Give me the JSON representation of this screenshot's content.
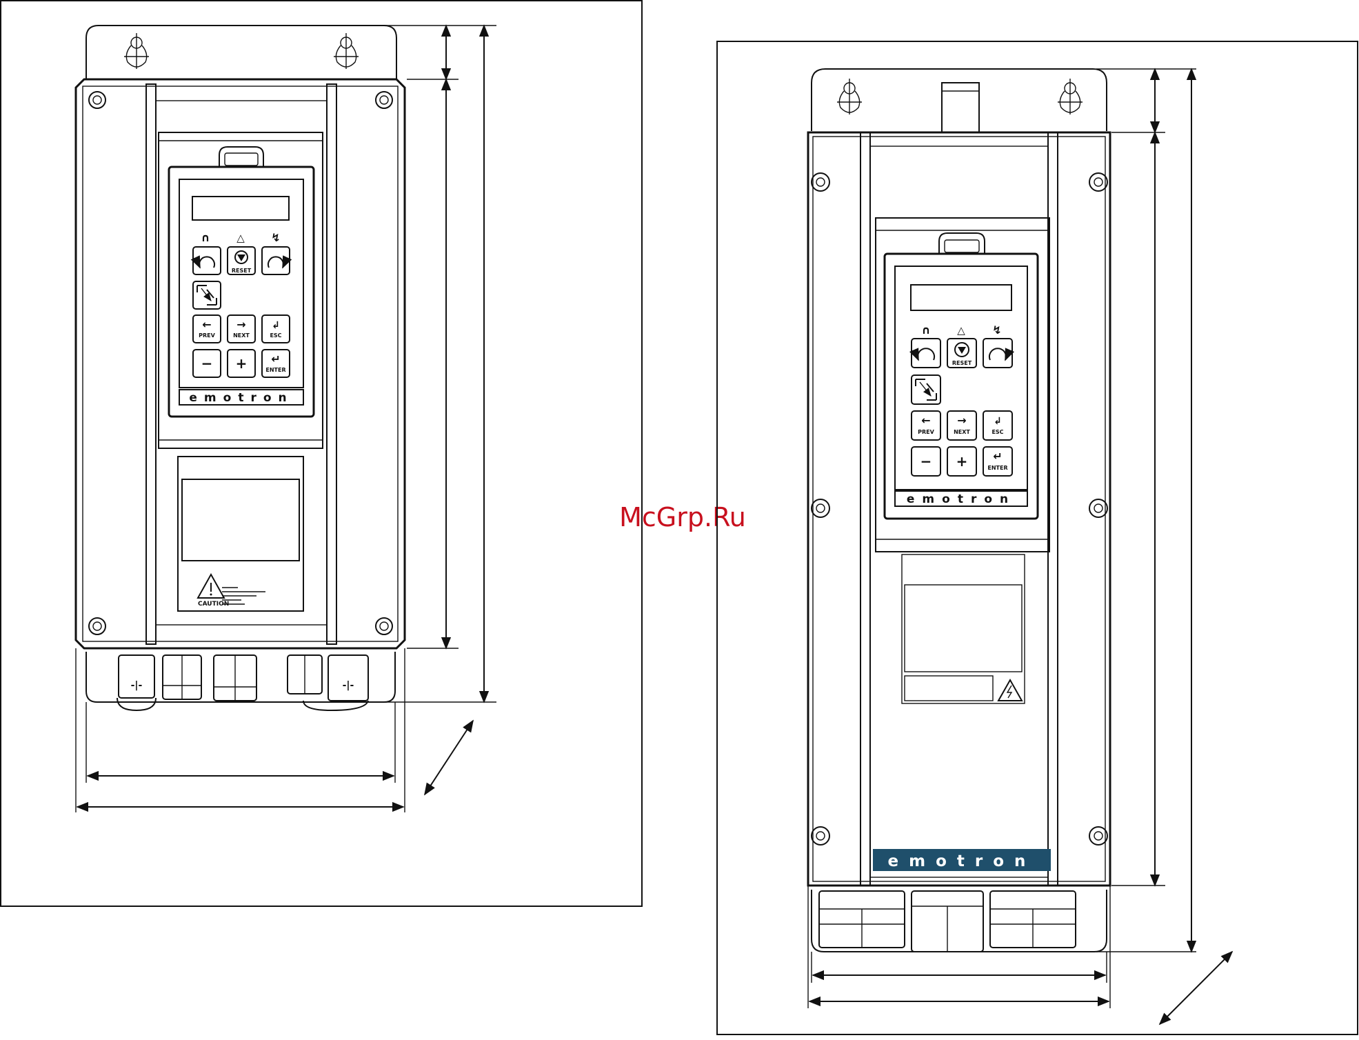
{
  "watermark": "McGrp.Ru",
  "brand": "emotron",
  "keypad": {
    "reset": "RESET",
    "prev": "PREV",
    "next": "NEXT",
    "esc": "ESC",
    "enter": "ENTER",
    "minus": "−",
    "plus": "+"
  },
  "caution_label": "CAUTION",
  "colors": {
    "line": "#111111",
    "watermark": "#c8101e",
    "brand_panel": "#1f4f6b",
    "brand_text": "#ffffff"
  }
}
